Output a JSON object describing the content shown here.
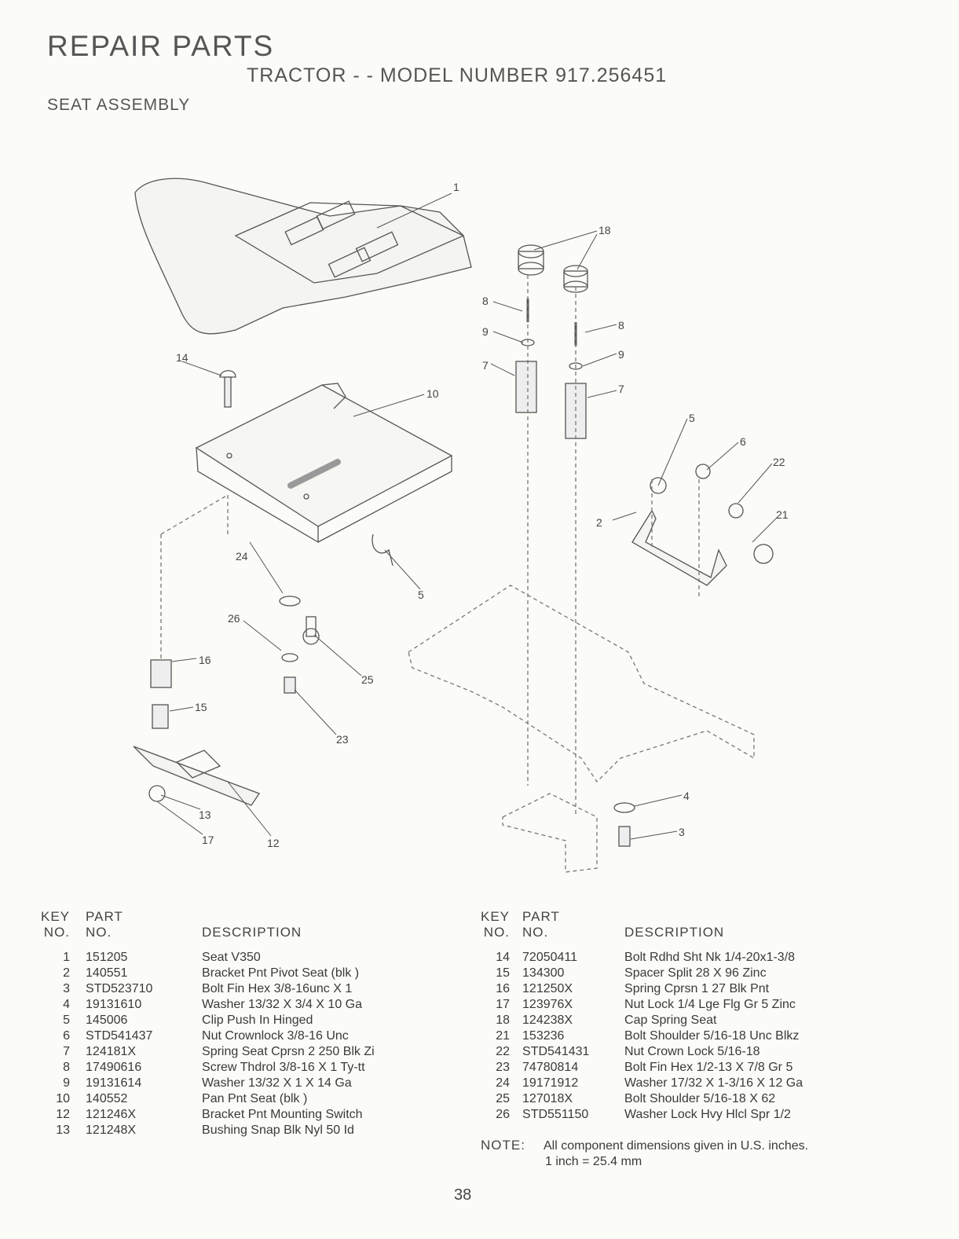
{
  "header": {
    "title": "REPAIR PARTS",
    "subtitle": "TRACTOR - - MODEL NUMBER 917.256451",
    "section": "SEAT ASSEMBLY"
  },
  "diagram": {
    "callouts": [
      "1",
      "18",
      "8",
      "9",
      "7",
      "8",
      "9",
      "7",
      "5",
      "6",
      "22",
      "21",
      "2",
      "14",
      "10",
      "5",
      "24",
      "26",
      "16",
      "25",
      "15",
      "23",
      "13",
      "17",
      "12",
      "4",
      "3"
    ]
  },
  "table": {
    "header": {
      "key_line1": "KEY",
      "key_line2": "NO.",
      "part_line1": "PART",
      "part_line2": "NO.",
      "description": "DESCRIPTION"
    },
    "left": [
      {
        "key": "1",
        "part": "151205",
        "desc": "Seat V350"
      },
      {
        "key": "2",
        "part": "140551",
        "desc": "Bracket Pnt Pivot Seat (blk )"
      },
      {
        "key": "3",
        "part": "STD523710",
        "desc": "Bolt Fin Hex 3/8-16unc X 1"
      },
      {
        "key": "4",
        "part": "19131610",
        "desc": "Washer 13/32 X 3/4 X 10 Ga"
      },
      {
        "key": "5",
        "part": "145006",
        "desc": "Clip Push In Hinged"
      },
      {
        "key": "6",
        "part": "STD541437",
        "desc": "Nut Crownlock 3/8-16 Unc"
      },
      {
        "key": "7",
        "part": "124181X",
        "desc": "Spring Seat Cprsn 2 250 Blk Zi"
      },
      {
        "key": "8",
        "part": "17490616",
        "desc": "Screw Thdrol 3/8-16 X 1 Ty-tt"
      },
      {
        "key": "9",
        "part": "19131614",
        "desc": "Washer 13/32 X 1 X 14 Ga"
      },
      {
        "key": "10",
        "part": "140552",
        "desc": "Pan Pnt Seat (blk )"
      },
      {
        "key": "12",
        "part": "121246X",
        "desc": "Bracket Pnt Mounting Switch"
      },
      {
        "key": "13",
        "part": "121248X",
        "desc": "Bushing Snap Blk Nyl 50 Id"
      }
    ],
    "right": [
      {
        "key": "14",
        "part": "72050411",
        "desc": "Bolt Rdhd Sht Nk 1/4-20x1-3/8"
      },
      {
        "key": "15",
        "part": "134300",
        "desc": "Spacer Split 28 X 96 Zinc"
      },
      {
        "key": "16",
        "part": "121250X",
        "desc": "Spring Cprsn 1 27 Blk Pnt"
      },
      {
        "key": "17",
        "part": "123976X",
        "desc": "Nut Lock 1/4 Lge Flg Gr 5 Zinc"
      },
      {
        "key": "18",
        "part": "124238X",
        "desc": "Cap Spring Seat"
      },
      {
        "key": "21",
        "part": "153236",
        "desc": "Bolt Shoulder 5/16-18 Unc Blkz"
      },
      {
        "key": "22",
        "part": "STD541431",
        "desc": "Nut Crown Lock 5/16-18"
      },
      {
        "key": "23",
        "part": "74780814",
        "desc": "Bolt Fin Hex 1/2-13 X 7/8 Gr 5"
      },
      {
        "key": "24",
        "part": "19171912",
        "desc": "Washer 17/32 X 1-3/16 X 12 Ga"
      },
      {
        "key": "25",
        "part": "127018X",
        "desc": "Bolt Shoulder 5/16-18 X 62"
      },
      {
        "key": "26",
        "part": "STD551150",
        "desc": "Washer Lock Hvy Hlcl Spr 1/2"
      }
    ]
  },
  "note": {
    "label": "NOTE:",
    "line1": "All component dimensions given in U.S. inches.",
    "line2": "1 inch = 25.4 mm"
  },
  "page_number": "38"
}
